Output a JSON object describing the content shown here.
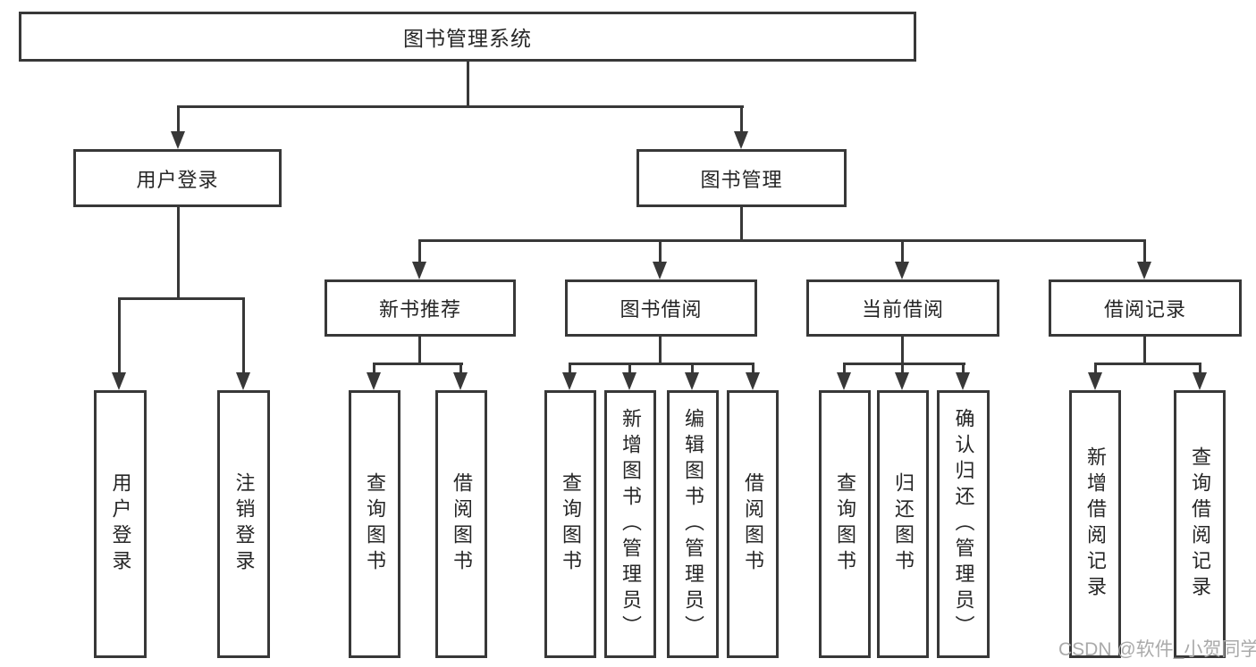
{
  "diagram": {
    "root_label": "图书管理系统",
    "level2": {
      "user_login": "用户登录",
      "book_management": "图书管理"
    },
    "level3": {
      "new_book_recommend": "新书推荐",
      "book_borrow": "图书借阅",
      "current_borrow": "当前借阅",
      "borrow_records": "借阅记录"
    },
    "leaves": {
      "user_login": "用户登录",
      "logout": "注销登录",
      "recommend_query_books": "查询图书",
      "recommend_borrow_books": "借阅图书",
      "borrow_query_books": "查询图书",
      "borrow_add_books": "新增图书（管理员）",
      "borrow_edit_books": "编辑图书（管理员）",
      "borrow_borrow_books": "借阅图书",
      "current_query_books": "查询图书",
      "current_return_books": "归还图书",
      "current_confirm_return": "确认归还（管理员）",
      "records_add_record": "新增借阅记录",
      "records_query_record": "查询借阅记录"
    }
  },
  "watermark": {
    "text": "CSDN @软件_小贺同学"
  },
  "colors": {
    "line": "#383838",
    "text": "#262626",
    "watermark": "#aaaaaa",
    "background": "#ffffff"
  }
}
